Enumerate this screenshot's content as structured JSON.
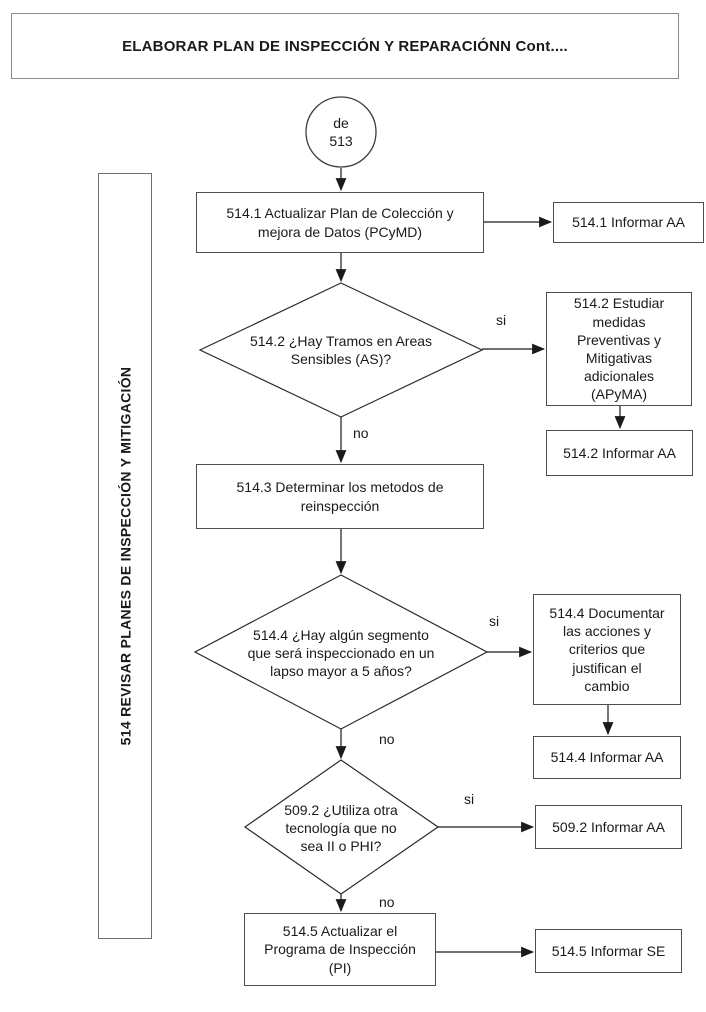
{
  "title": "ELABORAR PLAN DE INSPECCIÓN Y REPARACIÓNN Cont....",
  "sidebar": {
    "label": "514 REVISAR PLANES DE INSPECCIÓN Y MITIGACIÓN"
  },
  "nodes": {
    "start": {
      "type": "connector-circle",
      "label": "de\n513"
    },
    "p514_1": {
      "type": "process",
      "label": "514.1 Actualizar Plan de Colección y\nmejora de Datos (PCyMD)"
    },
    "i514_1": {
      "type": "process",
      "label": "514.1 Informar AA"
    },
    "d514_2": {
      "type": "decision",
      "label": "514.2 ¿Hay Tramos en Areas\nSensibles (AS)?"
    },
    "e514_2": {
      "type": "process",
      "label": "514.2 Estudiar\nmedidas\nPreventivas y\nMitigativas\nadicionales\n(APyMA)"
    },
    "i514_2": {
      "type": "process",
      "label": "514.2 Informar AA"
    },
    "p514_3": {
      "type": "process",
      "label": "514.3 Determinar los metodos de\nreinspección"
    },
    "d514_4": {
      "type": "decision",
      "label": "514.4 ¿Hay algún segmento\nque será inspeccionado en un\nlapso mayor a  5 años?"
    },
    "doc514_4": {
      "type": "process",
      "label": "514.4 Documentar\nlas acciones y\ncriterios que\njustifican el\ncambio"
    },
    "i514_4": {
      "type": "process",
      "label": "514.4 Informar AA"
    },
    "d509_2": {
      "type": "decision",
      "label": "509.2 ¿Utiliza otra\ntecnología que no\nsea II o PHI?"
    },
    "i509_2": {
      "type": "process",
      "label": "509.2 Informar AA"
    },
    "p514_5": {
      "type": "process",
      "label": "514.5 Actualizar el\nPrograma de Inspección\n(PI)"
    },
    "i514_5": {
      "type": "process",
      "label": "514.5 Informar SE"
    }
  },
  "edge_labels": {
    "si_514_2": "si",
    "no_514_2": "no",
    "si_514_4": "si",
    "no_514_4": "no",
    "si_509_2": "si",
    "no_509_2": "no"
  },
  "colors": {
    "background": "#ffffff",
    "text": "#1a1a1a",
    "line": "#1a1a1a",
    "box_border": "#4d4d4d",
    "title_border": "#8c8c8c"
  }
}
